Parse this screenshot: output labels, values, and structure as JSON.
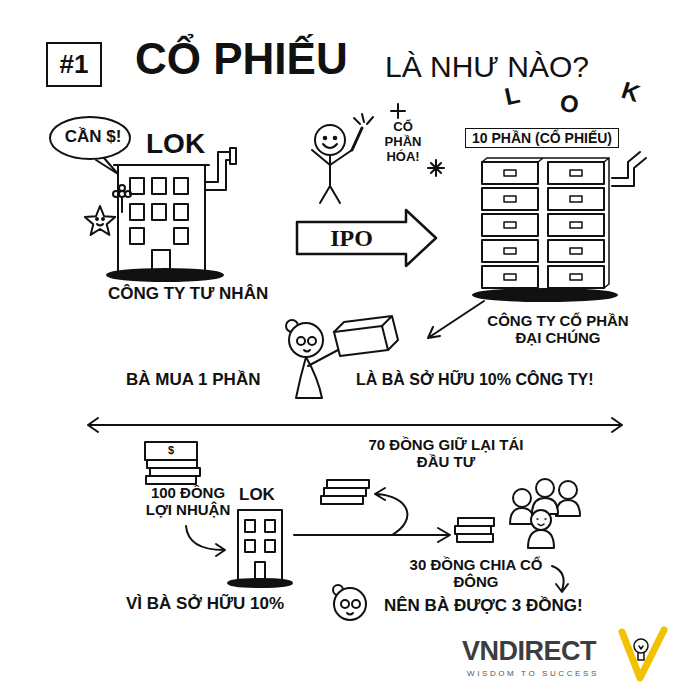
{
  "diagram": {
    "title": "CỔ PHIẾU",
    "nodes": [
      {
        "text": [
          "#1"
        ]
      },
      {
        "text": [
          "CẦN $!"
        ]
      },
      {
        "text": [
          "LOK",
          "CÔNG TY TƯ NHÂN"
        ]
      },
      {
        "text": [
          "10 PHẦN (CỔ PHIẾU)",
          "CÔNG TY CỔ PHẦN ĐẠI CHÚNG"
        ]
      },
      {
        "text": [
          "LOK"
        ]
      }
    ],
    "edges": [
      {
        "from": 2,
        "to": 3,
        "label": "IPO",
        "arrow": "to"
      }
    ],
    "labels": [
      "LÀ NHƯ NÀO?",
      "CỔ PHẦN HÓA!",
      "L",
      "O",
      "K",
      "BÀ MUA 1 PHẦN",
      "LÀ BÀ SỞ HỮU 10% CÔNG TY!",
      "$",
      "100 ĐỒNG LỢI NHUẬN",
      "70 ĐỒNG GIỮ LẠI TÁI ĐẦU TƯ",
      "30 ĐỒNG CHIA CỔ ĐÔNG",
      "VÌ BÀ SỞ HỮU 10%",
      "NÊN BÀ ĐƯỢC 3 ĐỒNG!",
      "VNDIRECT",
      "WISDOM TO SUCCESS"
    ]
  }
}
